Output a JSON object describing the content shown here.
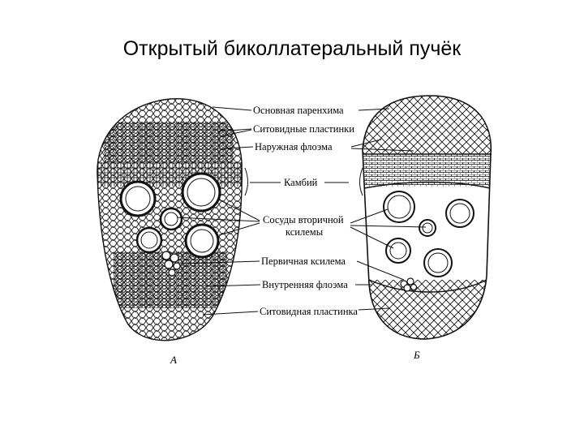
{
  "title": "Открытый биколлатеральный пучёк",
  "labels": {
    "main_parenchyma": "Основная паренхима",
    "sieve_plates": "Ситовидные пластинки",
    "outer_phloem": "Наружная флоэма",
    "cambium": "Камбий",
    "secondary_xylem_vessels_1": "Сосуды вторичной",
    "secondary_xylem_vessels_2": "ксилемы",
    "primary_xylem": "Первичная ксилема",
    "inner_phloem": "Внутренняя флоэма",
    "sieve_plate": "Ситовидная пластинка"
  },
  "figure_a_label": "А",
  "figure_b_label": "Б"
}
